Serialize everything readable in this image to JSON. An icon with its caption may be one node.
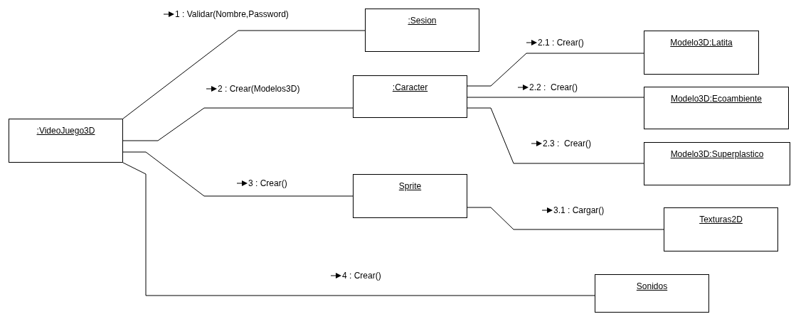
{
  "diagram": {
    "nodes": [
      {
        "text": [
          ":VideoJuego3D"
        ]
      },
      {
        "text": [
          ":Sesion"
        ]
      },
      {
        "text": [
          ":Caracter"
        ]
      },
      {
        "text": [
          "Modelo3D:Latita"
        ]
      },
      {
        "text": [
          "Modelo3D:Ecoambiente"
        ]
      },
      {
        "text": [
          "Modelo3D:Superplastico"
        ]
      },
      {
        "text": [
          "Sprite"
        ]
      },
      {
        "text": [
          "Texturas2D"
        ]
      },
      {
        "text": [
          "Sonidos"
        ]
      }
    ],
    "edges": [
      {
        "from": 0,
        "to": 1,
        "arrow": "none",
        "label": "1 : Validar(Nombre,Password)"
      },
      {
        "from": 0,
        "to": 2,
        "arrow": "none",
        "label": "2 : Crear(Modelos3D)"
      },
      {
        "from": 0,
        "to": 6,
        "arrow": "none",
        "label": "3 : Crear()"
      },
      {
        "from": 0,
        "to": 8,
        "arrow": "none",
        "label": "4 : Crear()"
      },
      {
        "from": 2,
        "to": 3,
        "arrow": "none",
        "label": "2.1 : Crear()"
      },
      {
        "from": 2,
        "to": 4,
        "arrow": "none",
        "label": "2.2 :  Crear()"
      },
      {
        "from": 2,
        "to": 5,
        "arrow": "none",
        "label": "2.3 :  Crear()"
      },
      {
        "from": 6,
        "to": 7,
        "arrow": "none",
        "label": "3.1 : Cargar()"
      }
    ]
  }
}
